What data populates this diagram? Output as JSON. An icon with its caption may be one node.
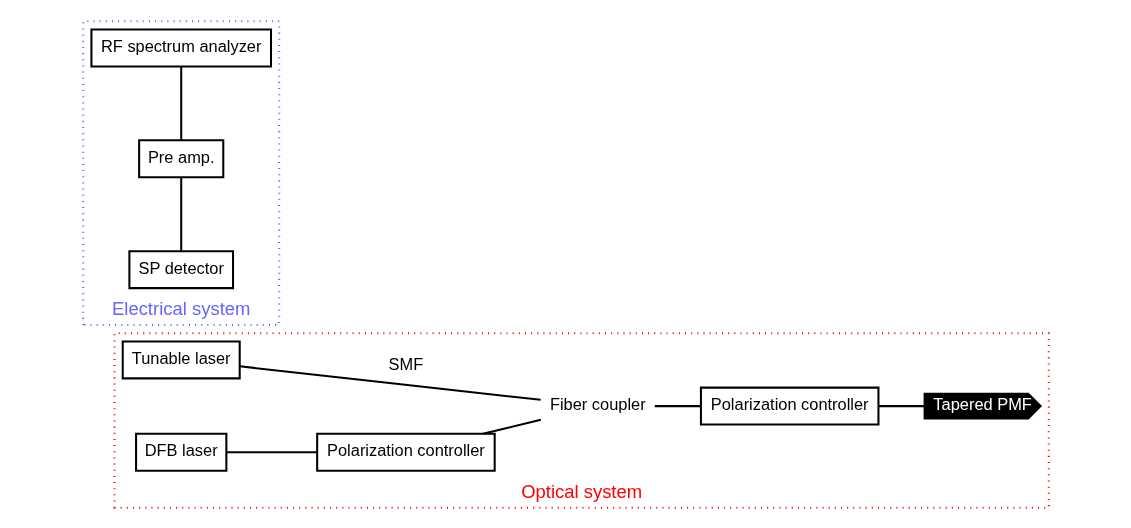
{
  "diagram": {
    "nodes": [
      {
        "text": [
          "Optical system"
        ]
      },
      {
        "text": [
          "Tunable laser"
        ],
        "in": 0
      },
      {
        "text": [
          "Fiber coupler"
        ],
        "in": 0
      },
      {
        "text": [
          "Polarization controller"
        ],
        "in": 0
      },
      {
        "text": [
          "Tapered PMF"
        ],
        "in": 0
      },
      {
        "text": [
          "DFB laser"
        ],
        "in": 0
      },
      {
        "text": [
          "Polarization controller"
        ],
        "in": 0
      },
      {
        "text": [
          "Electrical system"
        ]
      },
      {
        "text": [
          "SP detector"
        ],
        "in": 7
      },
      {
        "text": [
          "Pre amp."
        ],
        "in": 7
      },
      {
        "text": [
          "RF spectrum analyzer"
        ],
        "in": 7
      }
    ],
    "edges": [
      {
        "from": 1,
        "to": 2,
        "arrow": "none",
        "label": "SMF"
      },
      {
        "from": 6,
        "to": 2,
        "arrow": "none"
      },
      {
        "from": 2,
        "to": 3,
        "arrow": "none"
      },
      {
        "from": 3,
        "to": 4,
        "arrow": "none"
      },
      {
        "from": 5,
        "to": 6,
        "arrow": "none"
      },
      {
        "from": 8,
        "to": 9,
        "arrow": "none"
      },
      {
        "from": 9,
        "to": 10,
        "arrow": "none"
      }
    ]
  }
}
